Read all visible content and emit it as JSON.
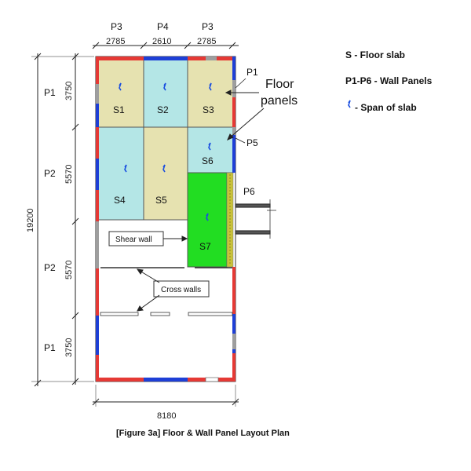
{
  "figure": {
    "caption": "[Figure 3a] Floor & Wall Panel Layout Plan"
  },
  "legend": {
    "slab": "S - Floor slab",
    "wall_panels": "P1-P6 - Wall Panels",
    "span": "- Span of slab"
  },
  "top_dims": [
    {
      "panel": "P3",
      "dim": "2785"
    },
    {
      "panel": "P4",
      "dim": "2610"
    },
    {
      "panel": "P3",
      "dim": "2785"
    }
  ],
  "left_dims": [
    {
      "panel": "P1",
      "dim": "3750"
    },
    {
      "panel": "P2",
      "dim": "5570"
    },
    {
      "panel": "P2",
      "dim": "5570"
    },
    {
      "panel": "P1",
      "dim": "3750"
    }
  ],
  "overall_height": "19200",
  "overall_width": "8180",
  "slabs": [
    {
      "id": "S1",
      "color": "#e6e2b0"
    },
    {
      "id": "S2",
      "color": "#b4e6e6"
    },
    {
      "id": "S3",
      "color": "#e6e2b0"
    },
    {
      "id": "S4",
      "color": "#b4e6e6"
    },
    {
      "id": "S5",
      "color": "#e6e2b0"
    },
    {
      "id": "S6",
      "color": "#b4e6e6"
    },
    {
      "id": "S7",
      "color": "#22dd22"
    }
  ],
  "panel_labels": {
    "p1": "P1",
    "p5": "P5",
    "p6": "P6"
  },
  "callouts": {
    "floor_panels_line1": "Floor",
    "floor_panels_line2": "panels",
    "shear_wall": "Shear wall",
    "cross_walls": "Cross walls"
  },
  "colors": {
    "wall_red": "#e53935",
    "wall_blue": "#1e3fd6",
    "span_blue": "#1a4fe0",
    "wall_grey": "#9e9e9e"
  }
}
